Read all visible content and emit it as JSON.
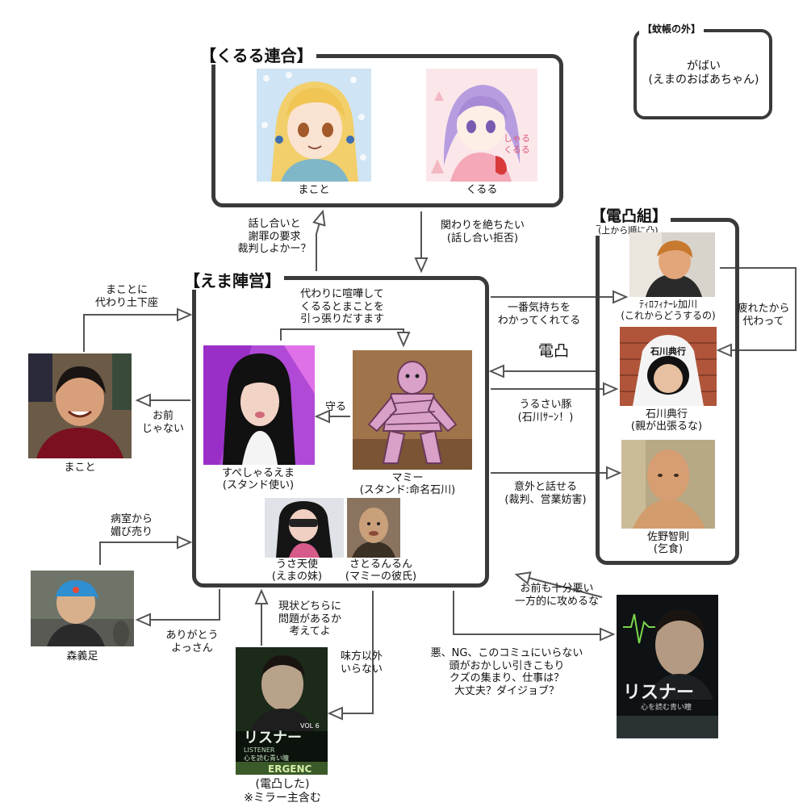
{
  "groups": {
    "kururu": {
      "title": "【くるる連合】"
    },
    "ema": {
      "title": "【えま陣営】"
    },
    "dentotsu": {
      "title": "【電凸組】",
      "subtitle": "(上から順に凸)"
    },
    "kaya": {
      "title": "【蚊帳の外】"
    }
  },
  "nodes": {
    "gabai": {
      "lines": [
        "がばい",
        "(えまのおばあちゃん)"
      ]
    },
    "makoto_avatar": {
      "lines": [
        "まこと"
      ]
    },
    "kururu_avatar": {
      "lines": [
        "くるる"
      ]
    },
    "kururu_badge": {
      "lines": [
        "しゃる",
        "くるる"
      ]
    },
    "tirofina": {
      "lines": [
        "ﾃｨﾛﾌｨﾅｰﾚ加川",
        "(これからどうするの)"
      ]
    },
    "ishikawa": {
      "lines": [
        "石川典行",
        "(親が出張るな)"
      ]
    },
    "ishikawa_hat": {
      "lines": [
        "石川典行"
      ]
    },
    "sano": {
      "lines": [
        "佐野智則",
        "(乞食)"
      ]
    },
    "supesharu": {
      "lines": [
        "すぺしゃるえま",
        "(スタンド使い)"
      ]
    },
    "mummy": {
      "lines": [
        "マミー",
        "(スタンド:命名石川)"
      ]
    },
    "usa": {
      "lines": [
        "うさ天使",
        "(えまの妹)"
      ]
    },
    "satorun": {
      "lines": [
        "さとるんるん",
        "(マミーの彼氏)"
      ]
    },
    "makoto_person": {
      "lines": [
        "まこと"
      ]
    },
    "morigisoku": {
      "lines": [
        "森義足"
      ]
    },
    "listener_center": {
      "lines": [
        "(電凸した)",
        "※ミラー主含む"
      ]
    }
  },
  "posters": {
    "title": "リスナー",
    "subtitle": "心を読む青い瞳",
    "en": "LISTENER",
    "vol": "VOL 6",
    "strip": "ERGENC"
  },
  "edges": {
    "hanashiai": {
      "lines": [
        "話し合いと",
        "謝罪の要求",
        "裁判しよかー？"
      ]
    },
    "kakawari": {
      "lines": [
        "関わりを絶ちたい",
        "(話し合い拒否)"
      ]
    },
    "kawarini_kenka": {
      "lines": [
        "代わりに喧嘩して",
        "くるるとまことを",
        "引っ張りだすます"
      ]
    },
    "makoto_dogeza": {
      "lines": [
        "まことに",
        "代わり土下座"
      ]
    },
    "omae_janai": {
      "lines": [
        "お前",
        "じゃない"
      ]
    },
    "mamoru": {
      "lines": [
        "守る"
      ]
    },
    "ichiban": {
      "lines": [
        "一番気持ちを",
        "わかってくれてる"
      ]
    },
    "tsukareta": {
      "lines": [
        "疲れたから",
        "代わって"
      ]
    },
    "dentotsu": {
      "lines": [
        "電凸"
      ]
    },
    "urusai": {
      "lines": [
        "うるさい豚",
        "(石川ｻｰﾝ！)"
      ]
    },
    "igai": {
      "lines": [
        "意外と話せる",
        "(裁判、営業妨害)"
      ]
    },
    "byoushitsu": {
      "lines": [
        "病室から",
        "媚び売り"
      ]
    },
    "arigatou": {
      "lines": [
        "ありがとう",
        "よっさん"
      ]
    },
    "genjou": {
      "lines": [
        "現状どちらに",
        "問題があるか",
        "考えてよ"
      ]
    },
    "mikata": {
      "lines": [
        "味方以外",
        "いらない"
      ]
    },
    "omaemo": {
      "lines": [
        "お前も十分悪い",
        "一方的に攻めるな"
      ]
    },
    "aku": {
      "lines": [
        "悪、NG、このコミュにいらない",
        "頭がおかしい引きこもり",
        "クズの集まり、仕事は？",
        "大丈夫？ダイジョブ？"
      ]
    }
  },
  "colors": {
    "frame": "#3a3a3a",
    "line": "#555555",
    "ink": "#111111"
  }
}
